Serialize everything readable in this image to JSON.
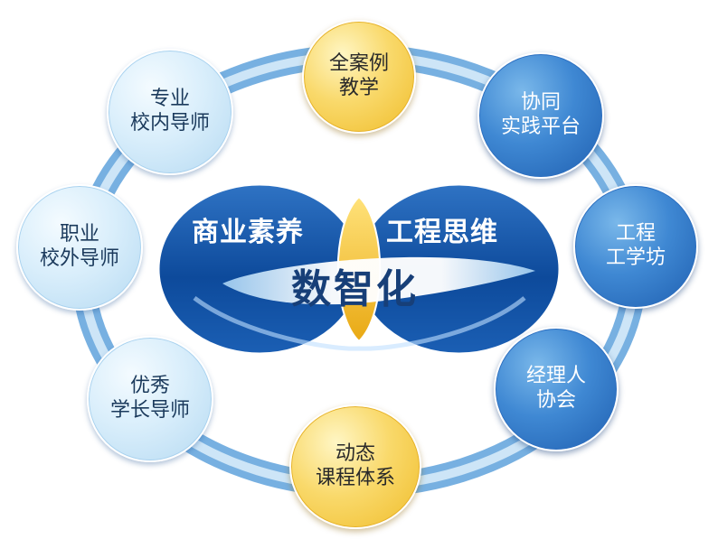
{
  "diagram": {
    "center": {
      "left_label": "商业素养",
      "right_label": "工程思维",
      "core_label": "数智化"
    },
    "nodes": [
      {
        "id": "quan-anli",
        "lines": [
          "全案例",
          "教学"
        ],
        "style": "gold"
      },
      {
        "id": "xietong",
        "lines": [
          "协同",
          "实践平台"
        ],
        "style": "dark"
      },
      {
        "id": "gongcheng-fang",
        "lines": [
          "工程",
          "工学坊"
        ],
        "style": "dark"
      },
      {
        "id": "jingliren",
        "lines": [
          "经理人",
          "协会"
        ],
        "style": "dark"
      },
      {
        "id": "dongtai",
        "lines": [
          "动态",
          "课程体系"
        ],
        "style": "gold"
      },
      {
        "id": "youxiu",
        "lines": [
          "优秀",
          "学长导师"
        ],
        "style": "light"
      },
      {
        "id": "zhiye",
        "lines": [
          "职业",
          "校外导师"
        ],
        "style": "light"
      },
      {
        "id": "zhuanye",
        "lines": [
          "专业",
          "校内导师"
        ],
        "style": "light"
      }
    ]
  }
}
